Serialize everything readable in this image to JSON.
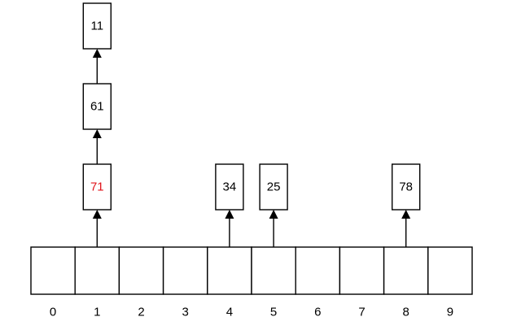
{
  "hash_table": {
    "slots": [
      {
        "index": "0",
        "chain": []
      },
      {
        "index": "1",
        "chain": [
          {
            "value": "71",
            "color": "#e0141b"
          },
          {
            "value": "61",
            "color": "#000000"
          },
          {
            "value": "11",
            "color": "#000000"
          }
        ]
      },
      {
        "index": "2",
        "chain": []
      },
      {
        "index": "3",
        "chain": []
      },
      {
        "index": "4",
        "chain": [
          {
            "value": "34",
            "color": "#000000"
          }
        ]
      },
      {
        "index": "5",
        "chain": [
          {
            "value": "25",
            "color": "#000000"
          }
        ]
      },
      {
        "index": "6",
        "chain": []
      },
      {
        "index": "7",
        "chain": []
      },
      {
        "index": "8",
        "chain": [
          {
            "value": "78",
            "color": "#000000"
          }
        ]
      },
      {
        "index": "9",
        "chain": []
      }
    ]
  }
}
